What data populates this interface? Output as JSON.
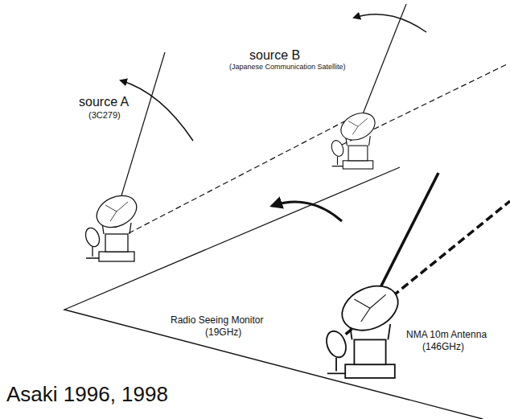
{
  "diagram": {
    "caption": "Asaki 1996, 1998",
    "labels": [
      "source A",
      "(3C279)",
      "source B",
      "(Japanese Communication Satellite)",
      "Radio Seeing Monitor",
      "(19GHz)",
      "NMA 10m Antenna",
      "(146GHz)"
    ]
  }
}
